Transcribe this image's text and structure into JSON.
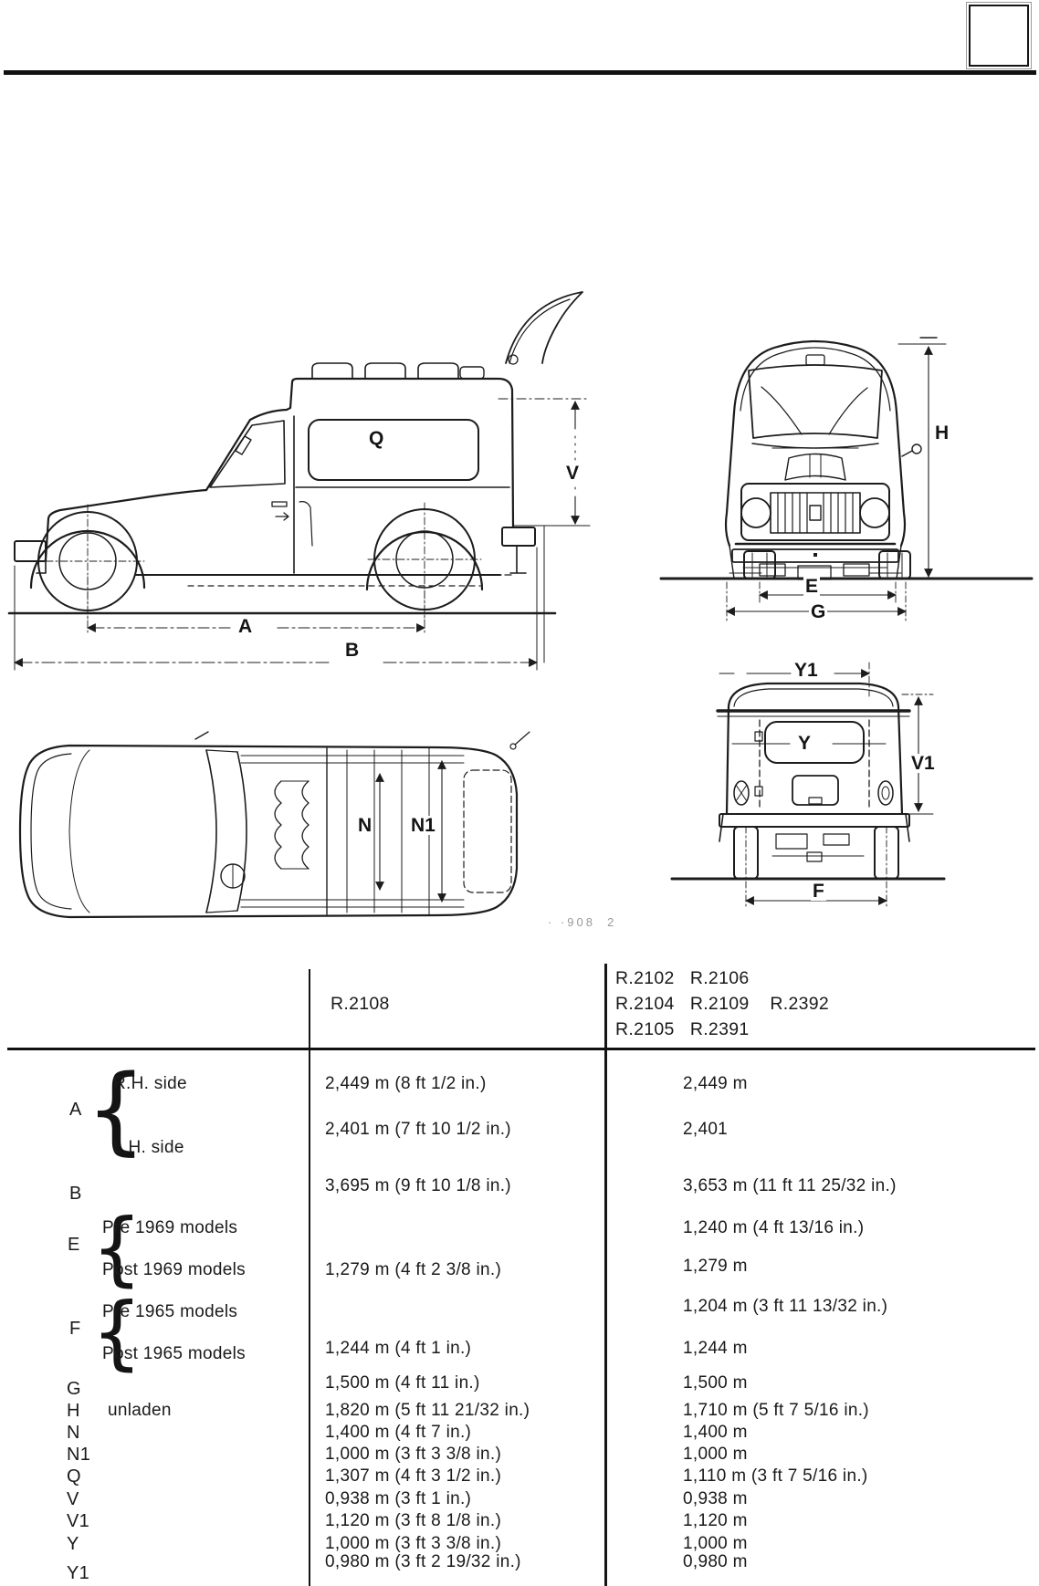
{
  "dims": {
    "side": {
      "q": "Q",
      "v": "V",
      "a": "A",
      "b": "B"
    },
    "front": {
      "h": "H",
      "e": "E",
      "g": "G"
    },
    "top": {
      "n": "N",
      "n1": "N1"
    },
    "rear": {
      "y1": "Y1",
      "y": "Y",
      "v1": "V1",
      "f": "F"
    }
  },
  "figure_ref": "· ·908  2",
  "table": {
    "col_model_left": "R.2108",
    "col_model_right_lines": [
      "R.2102   R.2106",
      "R.2104   R.2109    R.2392",
      "R.2105   R.2391"
    ],
    "groups": {
      "a": "A",
      "e": "E",
      "f": "F"
    },
    "rows": [
      {
        "sub": "R.H. side",
        "c1": "2,449 m (8 ft 1/2 in.)",
        "c2": "2,449 m"
      },
      {
        "sub": "L.H. side",
        "c1": "2,401 m (7 ft 10 1/2 in.)",
        "c2": "2,401"
      },
      {
        "label": "B",
        "c1": "3,695 m (9 ft 10 1/8 in.)",
        "c2": "3,653 m (11 ft 11 25/32 in.)"
      },
      {
        "sub": "Pre 1969 models",
        "c1": "",
        "c2": "1,240 m (4 ft 13/16 in.)"
      },
      {
        "sub": "Post 1969 models",
        "c1": "1,279 m (4 ft 2 3/8 in.)",
        "c2": "1,279 m"
      },
      {
        "sub": "Pre 1965 models",
        "c1": "",
        "c2": "1,204 m (3 ft 11 13/32 in.)"
      },
      {
        "sub": "Post 1965 models",
        "c1": "1,244 m (4 ft 1 in.)",
        "c2": "1,244 m"
      },
      {
        "label": "G",
        "c1": "1,500 m (4 ft 11 in.)",
        "c2": "1,500 m"
      },
      {
        "label": "H",
        "sub": "unladen",
        "c1": "1,820 m (5 ft 11 21/32 in.)",
        "c2": "1,710 m (5 ft 7 5/16 in.)"
      },
      {
        "label": "N",
        "c1": "1,400 m (4 ft 7 in.)",
        "c2": "1,400 m"
      },
      {
        "label": "N1",
        "c1": "1,000 m (3 ft 3 3/8 in.)",
        "c2": "1,000 m"
      },
      {
        "label": "Q",
        "c1": "1,307 m (4 ft 3 1/2 in.)",
        "c2": "1,110 m (3 ft 7 5/16 in.)"
      },
      {
        "label": "V",
        "c1": "0,938 m (3 ft 1 in.)",
        "c2": "0,938 m"
      },
      {
        "label": "V1",
        "c1": "1,120 m (3 ft 8 1/8 in.)",
        "c2": "1,120 m"
      },
      {
        "label": "Y",
        "c1": "1,000 m (3 ft 3 3/8 in.)",
        "c2": "1,000 m"
      },
      {
        "label": "Y1",
        "c1": "0,980 m (3 ft 2 19/32 in.)",
        "c2": "0,980 m"
      }
    ]
  }
}
